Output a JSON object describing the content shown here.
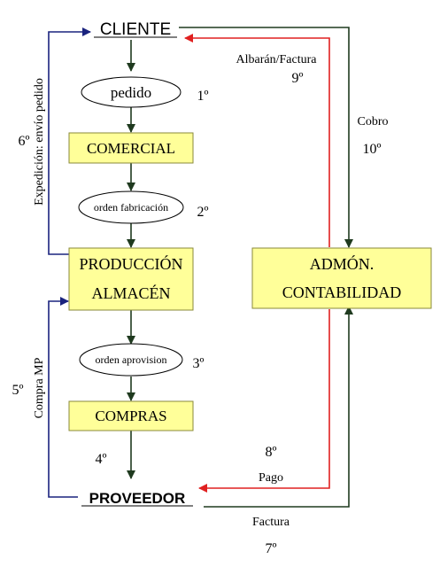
{
  "colors": {
    "box_fill": "#ffff99",
    "green_arrow": "#1f3a1f",
    "blue_arrow": "#1a237e",
    "red_arrow": "#e02020"
  },
  "nodes": {
    "cliente": "CLIENTE",
    "pedido": "pedido",
    "comercial": "COMERCIAL",
    "orden_fabricacion": "orden fabricación",
    "produccion": "PRODUCCIÓN",
    "almacen": "ALMACÉN",
    "orden_aprovision": "orden aprovision",
    "compras": "COMPRAS",
    "proveedor": "PROVEEDOR",
    "admon": "ADMÓN.",
    "contabilidad": "CONTABILIDAD"
  },
  "labels": {
    "albaran_factura": "Albarán/Factura",
    "cobro": "Cobro",
    "pago": "Pago",
    "factura": "Factura",
    "expedicion": "Expedición: envío pedido",
    "compra_mp": "Compra MP"
  },
  "steps": {
    "s1": "1º",
    "s2": "2º",
    "s3": "3º",
    "s4": "4º",
    "s5": "5º",
    "s6": "6º",
    "s7": "7º",
    "s8": "8º",
    "s9": "9º",
    "s10": "10º"
  }
}
